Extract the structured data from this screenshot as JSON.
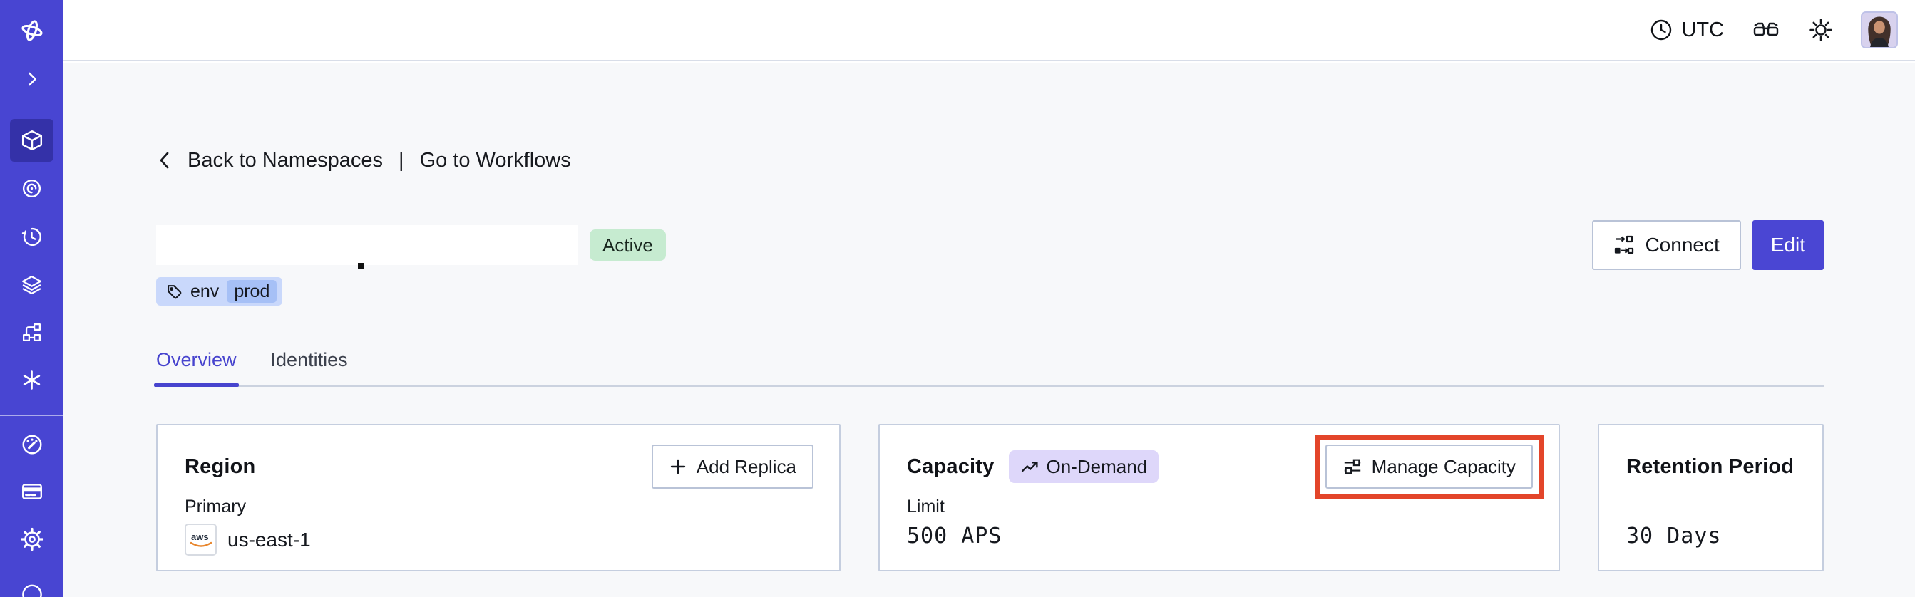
{
  "topbar": {
    "timezone_label": "UTC"
  },
  "breadcrumb": {
    "back_label": "Back to Namespaces",
    "separator": "|",
    "workflows_label": "Go to Workflows"
  },
  "header": {
    "status_badge": "Active",
    "tag_key": "env",
    "tag_value": "prod",
    "connect_label": "Connect",
    "edit_label": "Edit"
  },
  "tabs": [
    {
      "label": "Overview",
      "active": true
    },
    {
      "label": "Identities",
      "active": false
    }
  ],
  "cards": {
    "region": {
      "title": "Region",
      "action_label": "Add Replica",
      "field_label": "Primary",
      "provider": "aws",
      "value": "us-east-1"
    },
    "capacity": {
      "title": "Capacity",
      "badge_label": "On-Demand",
      "action_label": "Manage Capacity",
      "field_label": "Limit",
      "value": "500 APS"
    },
    "retention": {
      "title": "Retention Period",
      "value": "30 Days"
    }
  },
  "sidebar": {
    "icons": [
      "temporal-logo",
      "expand-chevron",
      "namespaces",
      "monitoring",
      "history",
      "layers",
      "deployments",
      "nexus",
      "usage",
      "billing",
      "settings",
      "support"
    ],
    "active_icon": "namespaces"
  },
  "colors": {
    "sidebar_indigo": "#4845D2",
    "primary_button_indigo": "#4A46D3",
    "annotation_red": "#E3452A",
    "status_green_bg": "#C6EBD0",
    "tag_blue_bg": "#C9D8FB",
    "tag_pill_bg": "#A6C0F6",
    "ondemand_purple_bg": "#DED7FA",
    "aws_orange": "#E8862D",
    "page_bg": "#F7F8FA"
  }
}
